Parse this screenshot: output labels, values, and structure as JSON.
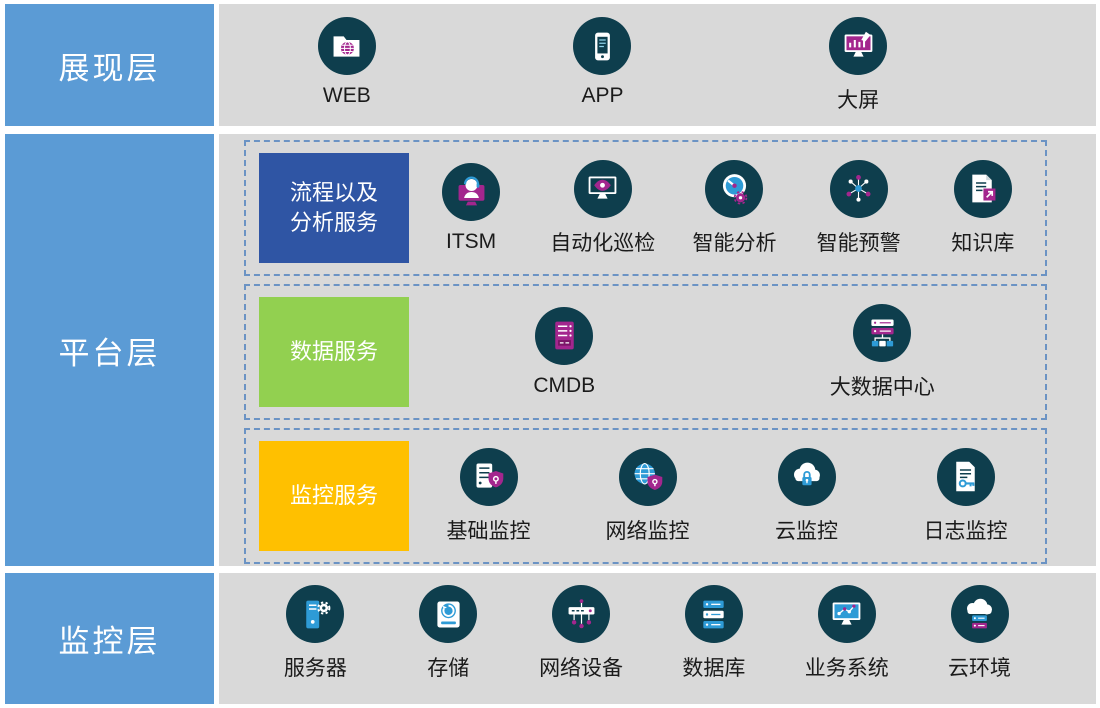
{
  "presentation": {
    "label": "展现层",
    "items": [
      {
        "label": "WEB",
        "icon": "web-folder-icon"
      },
      {
        "label": "APP",
        "icon": "app-phone-icon"
      },
      {
        "label": "大屏",
        "icon": "big-screen-icon"
      }
    ]
  },
  "platform": {
    "label": "平台层",
    "groups": [
      {
        "title": "流程以及分析服务",
        "color": "#2f55a4",
        "items": [
          {
            "label": "ITSM",
            "icon": "itsm-agent-icon"
          },
          {
            "label": "自动化巡检",
            "icon": "auto-inspection-icon"
          },
          {
            "label": "智能分析",
            "icon": "smart-analysis-icon"
          },
          {
            "label": "智能预警",
            "icon": "smart-alert-icon"
          },
          {
            "label": "知识库",
            "icon": "knowledge-base-icon"
          }
        ]
      },
      {
        "title": "数据服务",
        "color": "#92d050",
        "items": [
          {
            "label": "CMDB",
            "icon": "cmdb-rack-icon"
          },
          {
            "label": "大数据中心",
            "icon": "big-data-center-icon"
          }
        ]
      },
      {
        "title": "监控服务",
        "color": "#ffc000",
        "items": [
          {
            "label": "基础监控",
            "icon": "basic-monitoring-icon"
          },
          {
            "label": "网络监控",
            "icon": "network-monitoring-icon"
          },
          {
            "label": "云监控",
            "icon": "cloud-monitoring-icon"
          },
          {
            "label": "日志监控",
            "icon": "log-monitoring-icon"
          }
        ]
      }
    ]
  },
  "monitoring": {
    "label": "监控层",
    "items": [
      {
        "label": "服务器",
        "icon": "server-tower-icon"
      },
      {
        "label": "存储",
        "icon": "storage-drive-icon"
      },
      {
        "label": "网络设备",
        "icon": "network-device-icon"
      },
      {
        "label": "数据库",
        "icon": "database-icon"
      },
      {
        "label": "业务系统",
        "icon": "business-system-icon"
      },
      {
        "label": "云环境",
        "icon": "cloud-environment-icon"
      }
    ]
  },
  "colors": {
    "sidebar_blue": "#5b9bd5",
    "panel_gray": "#d9d9d9",
    "icon_circle_dark": "#0e3e4d",
    "dashed_border": "#6b93c4",
    "process_group_blue": "#2f55a4",
    "data_group_green": "#92d050",
    "monitor_group_orange": "#ffc000",
    "accent_magenta": "#a3268e",
    "accent_blue": "#2e9bd6"
  }
}
